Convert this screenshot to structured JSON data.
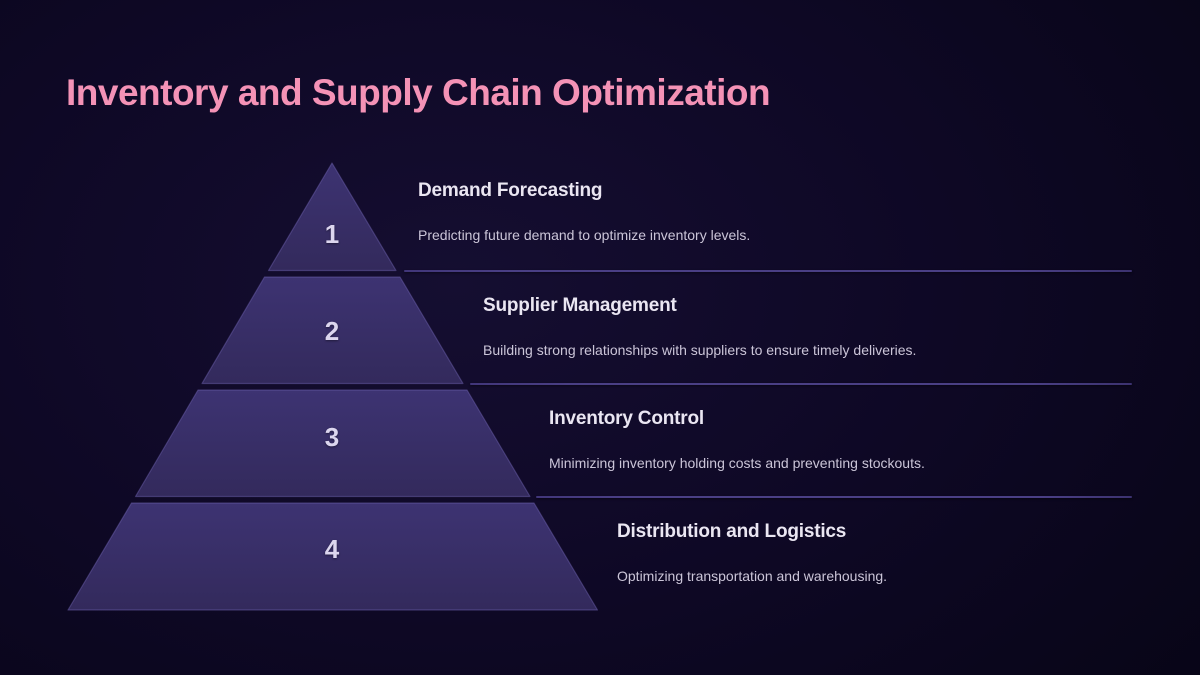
{
  "slide": {
    "title": "Inventory and Supply Chain Optimization",
    "theme": {
      "background_color": "#0e0825",
      "title_color": "#f492b6",
      "pyramid_fill": "#39306a",
      "pyramid_edge": "#7a6fc0",
      "heading_color": "#eae6f2",
      "body_color": "#cbc5d8",
      "divider_color": "#4a3f85",
      "number_color": "#dcd6ee"
    }
  },
  "diagram": {
    "type": "pyramid",
    "level_count": 4
  },
  "sections": [
    {
      "number": "1",
      "title": "Demand Forecasting",
      "description": "Predicting future demand to optimize inventory levels."
    },
    {
      "number": "2",
      "title": "Supplier Management",
      "description": "Building strong relationships with suppliers to ensure timely deliveries."
    },
    {
      "number": "3",
      "title": "Inventory Control",
      "description": "Minimizing inventory holding costs and preventing stockouts."
    },
    {
      "number": "4",
      "title": "Distribution and Logistics",
      "description": "Optimizing transportation and warehousing."
    }
  ]
}
